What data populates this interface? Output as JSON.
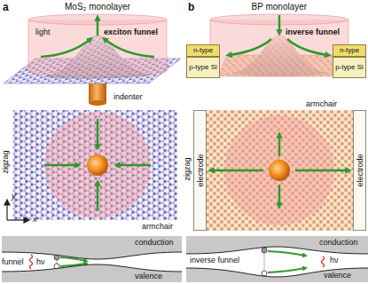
{
  "diagram": {
    "nodes": [
      {
        "text": [
          "conduction"
        ]
      },
      {
        "text": [
          "valence"
        ]
      },
      {
        "text": [
          "n-type"
        ]
      },
      {
        "text": [
          "p-type Si"
        ]
      },
      {
        "text": [
          "n-type"
        ]
      },
      {
        "text": [
          "p-type Si"
        ]
      },
      {
        "text": [
          "electrode"
        ]
      },
      {
        "text": [
          "electrode"
        ]
      },
      {
        "text": [
          "conduction"
        ]
      },
      {
        "text": [
          "valence"
        ]
      }
    ],
    "labels": [
      "a",
      "MoS₂ monolayer",
      "light",
      "exciton funnel",
      "indenter",
      "zigzag",
      "y",
      "x",
      "armchair",
      "hν",
      "funnel",
      "b",
      "BP monolayer",
      "inverse funnel",
      "zigzag",
      "armchair",
      "hν",
      "inverse funnel"
    ]
  }
}
